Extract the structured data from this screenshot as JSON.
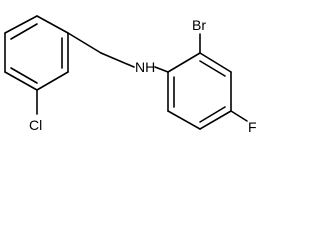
{
  "molecule": {
    "atoms": {
      "nh": "NH",
      "br": "Br",
      "cl": "Cl",
      "f": "F"
    },
    "colors": {
      "bond": "#000000",
      "label": "#000000",
      "background": "#ffffff"
    }
  }
}
